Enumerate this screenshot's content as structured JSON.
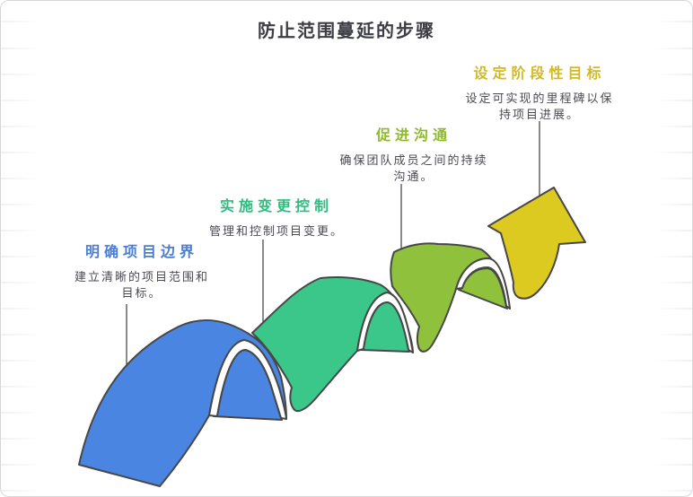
{
  "title": "防止范围蔓延的步骤",
  "steps": [
    {
      "label": "明确项目边界",
      "description": "建立清晰的项目范围和目标。"
    },
    {
      "label": "实施变更控制",
      "description": "管理和控制项目变更。"
    },
    {
      "label": "促进沟通",
      "description": "确保团队成员之间的持续沟通。"
    },
    {
      "label": "设定阶段性目标",
      "description": "设定可实现的里程碑以保持项目进展。"
    }
  ],
  "colors": {
    "step1_fill": "#4a85e2",
    "step2_fill": "#3bc78a",
    "step3_fill": "#8fc13c",
    "step4_fill": "#ddca20",
    "step1_label": "#4a7dd3",
    "step2_label": "#2fbc7f",
    "step3_label": "#8fba2e",
    "step4_label": "#d4ba22",
    "outline": "#474747",
    "connector": "#4a4a4a",
    "fold_band": "#ffffff",
    "title_text": "#3d3d44",
    "description_text": "#4a4a52"
  }
}
